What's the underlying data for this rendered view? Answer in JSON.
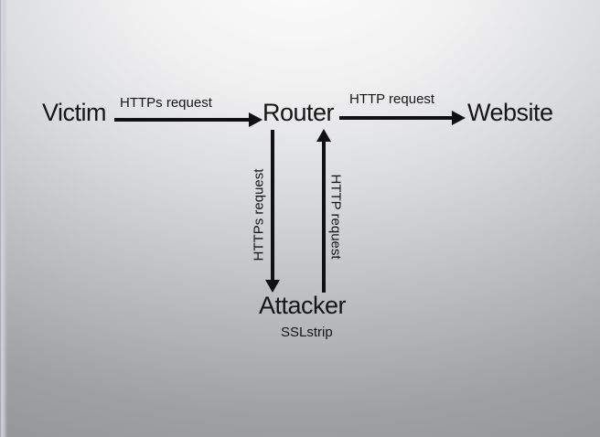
{
  "diagram": {
    "title_hint": "SSL strip man-in-the-middle flow",
    "nodes": {
      "victim": {
        "label": "Victim"
      },
      "router": {
        "label": "Router"
      },
      "website": {
        "label": "Website"
      },
      "attacker": {
        "label": "Attacker"
      }
    },
    "edges": {
      "victim_to_router": {
        "label": "HTTPs request",
        "direction": "right"
      },
      "router_to_website": {
        "label": "HTTP request",
        "direction": "right"
      },
      "router_to_attacker": {
        "label": "HTTPs request",
        "direction": "down"
      },
      "attacker_to_router": {
        "label": "HTTP request",
        "direction": "up"
      }
    },
    "caption": {
      "label": "SSLstrip"
    }
  },
  "colors": {
    "text": "#161616",
    "arrow": "#111111",
    "background_top": "#fdfdfe",
    "background_bottom": "#919294",
    "left_edge_highlight": "#c7ced8"
  }
}
